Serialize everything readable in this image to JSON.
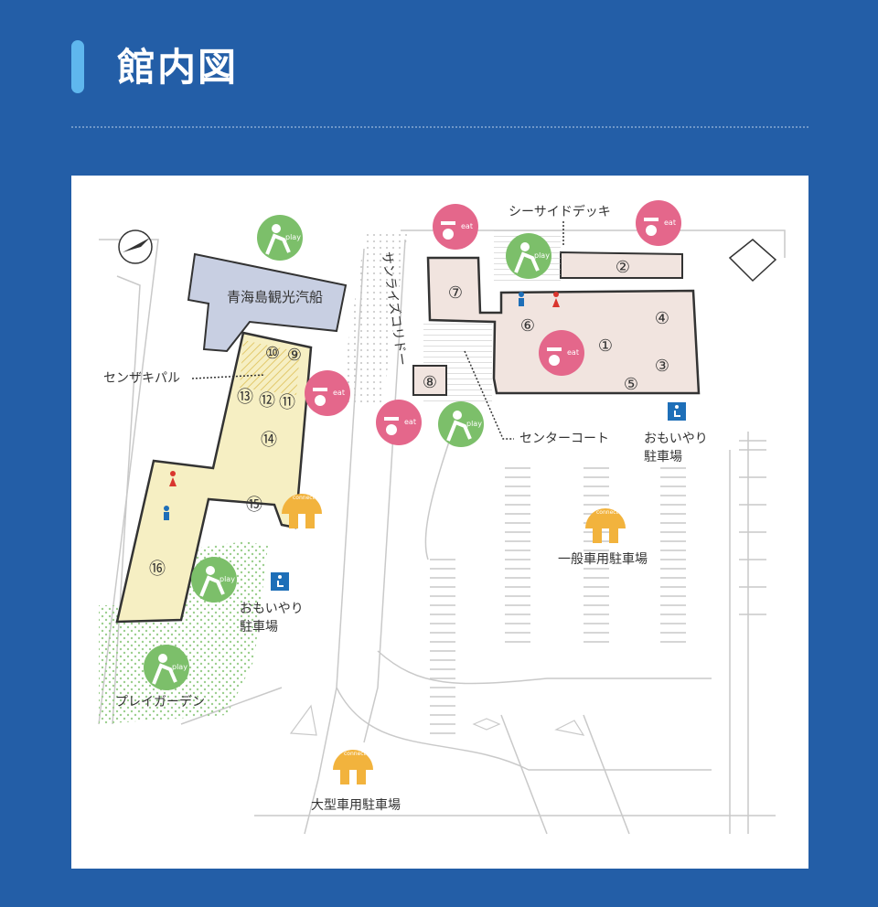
{
  "page": {
    "title": "館内図"
  },
  "map": {
    "labels": {
      "ferry": "青海島観光汽船",
      "senzaki_kiparu": "センザキパル",
      "sunrise_corridor": "サンライズコリドー",
      "seaside_deck": "シーサイドデッキ",
      "center_court": "センターコート",
      "omoiyari_parking_1": "おもいやり",
      "omoiyari_parking_1b": "駐車場",
      "omoiyari_parking_2": "おもいやり",
      "omoiyari_parking_2b": "駐車場",
      "general_parking": "一般車用駐車場",
      "large_parking": "大型車用駐車場",
      "play_garden": "プレイガーデン"
    },
    "badges": {
      "eat": "eat",
      "play": "play",
      "connect": "connect"
    },
    "shops": [
      "①",
      "②",
      "③",
      "④",
      "⑤",
      "⑥",
      "⑦",
      "⑧",
      "⑨",
      "⑩",
      "⑪",
      "⑫",
      "⑬",
      "⑭",
      "⑮",
      "⑯"
    ],
    "colors": {
      "eat": "#e4678b",
      "play": "#7cbf6a",
      "connect": "#f2b33d",
      "shop_fill_east": "#f1e4df",
      "shop_fill_west": "#f6efc3",
      "ferry_fill": "#c8cfe2",
      "accessible": "#1e6fb8",
      "background": "#235ea7"
    }
  }
}
